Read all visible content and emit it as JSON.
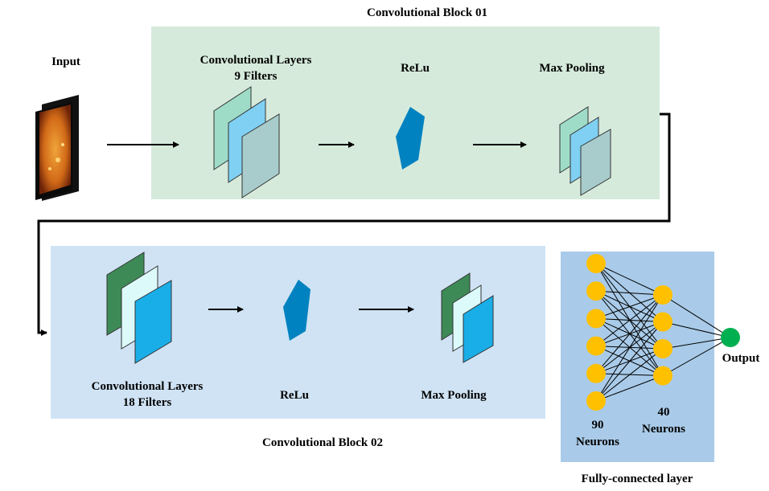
{
  "block1": {
    "title": "Convolutional Block 01",
    "conv_label_line1": "Convolutional Layers",
    "conv_label_line2": "9 Filters",
    "relu_label": "ReLu",
    "pool_label": "Max Pooling",
    "bg_color": "#d5eadb"
  },
  "block2": {
    "title": "Convolutional Block 02",
    "conv_label_line1": "Convolutional Layers",
    "conv_label_line2": "18 Filters",
    "relu_label": "ReLu",
    "pool_label": "Max Pooling",
    "bg_color": "#cfe3f4"
  },
  "input": {
    "label": "Input"
  },
  "fc": {
    "title": "Fully-connected layer",
    "layer1_count_label": "90",
    "layer1_unit_label": "Neurons",
    "layer2_count_label": "40",
    "layer2_unit_label": "Neurons",
    "output_label": "Output",
    "bg_color": "#a9cbe9",
    "neuron_color": "#ffc000",
    "output_color": "#00b050"
  },
  "colors": {
    "relu": "#0082c0",
    "block1_filters": [
      "#9fdcc8",
      "#80d0f4",
      "#a8cccc"
    ],
    "block2_filters": [
      "#3e8a57",
      "#ddfafa",
      "#1aaee8"
    ]
  }
}
